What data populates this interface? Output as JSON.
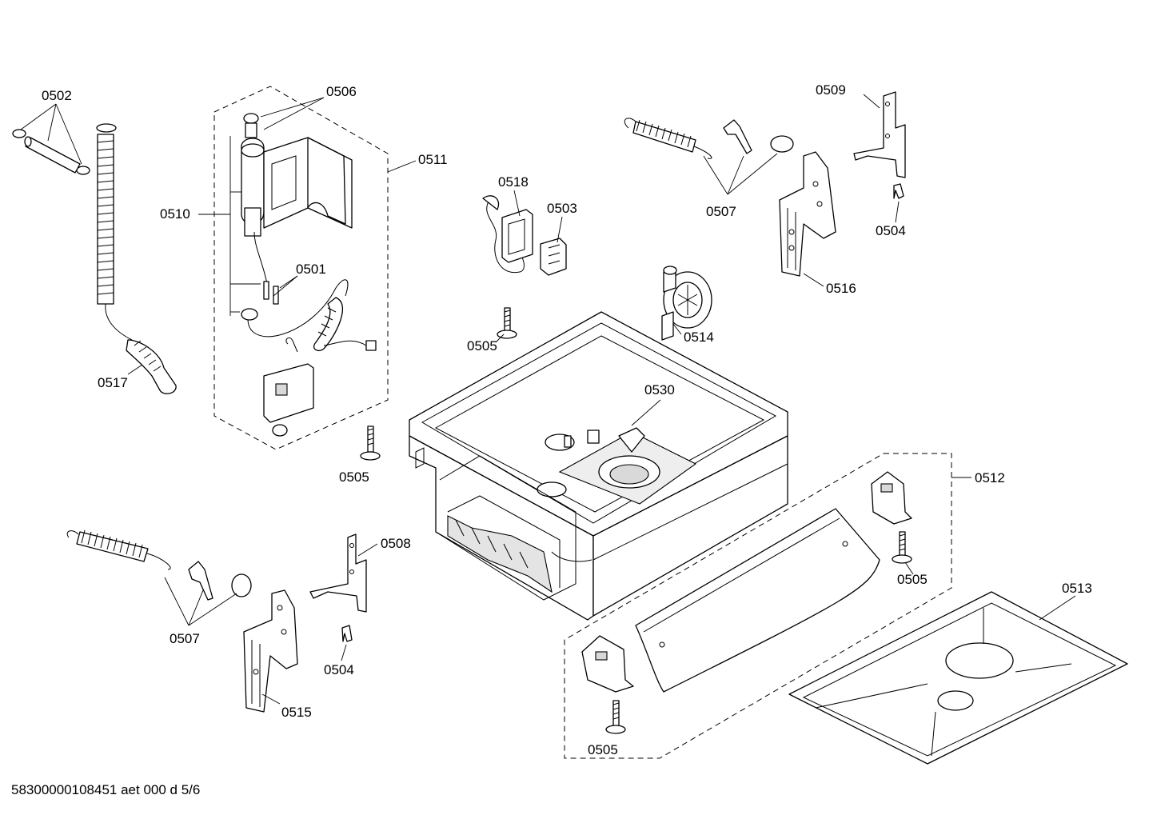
{
  "labels": {
    "p0502": "0502",
    "p0506": "0506",
    "p0511": "0511",
    "p0510": "0510",
    "p0501": "0501",
    "p0517": "0517",
    "p0518": "0518",
    "p0503": "0503",
    "p0505_a": "0505",
    "p0505_b": "0505",
    "p0505_c": "0505",
    "p0505_d": "0505",
    "p0507_a": "0507",
    "p0507_b": "0507",
    "p0509": "0509",
    "p0504_a": "0504",
    "p0504_b": "0504",
    "p0516": "0516",
    "p0514": "0514",
    "p0530": "0530",
    "p0512": "0512",
    "p0513": "0513",
    "p0508": "0508",
    "p0515": "0515"
  },
  "footer": "58300000108451 aet 000 d 5/6"
}
